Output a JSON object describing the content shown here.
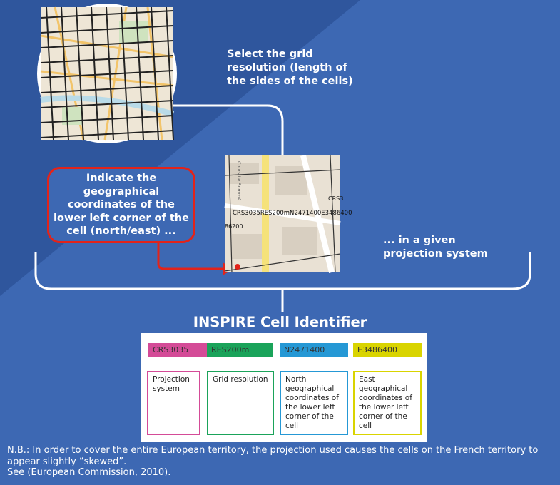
{
  "labels": {
    "select_grid": "Select the grid resolution (length of the sides of the cells)",
    "coordinates": "Indicate the geographical coordinates of the lower left corner of the cell (north/east) ...",
    "projection": "... in a given projection system",
    "title": "INSPIRE Cell Identifier"
  },
  "map_label": "CRS3035RES200mN2471400E3486400",
  "map_small_labels": {
    "street": "Cours Le Sommé",
    "left_coord": "86200",
    "right_crs": "CRS3"
  },
  "codes": [
    {
      "text": "CRS3035",
      "color": "#d44b97"
    },
    {
      "text": "RES200m",
      "color": "#1aa35a"
    },
    {
      "text": "N2471400",
      "color": "#2598d5"
    },
    {
      "text": "E3486400",
      "color": "#d9d400"
    }
  ],
  "descriptions": [
    "Projection system",
    "Grid resolution",
    "North geographical coordinates of the lower left corner of the cell",
    "East geographical coordinates of the lower left corner of the cell"
  ],
  "note": {
    "line1": "N.B.: In order to cover the entire European territory, the projection used causes the cells on the French territory to appear slightly “skewed”.",
    "line2": "See (European Commission, 2010)."
  },
  "colors": {
    "background_light": "#3d68b3",
    "background_dark": "#2d5296",
    "callout_border": "#e2231a",
    "arrow": "#e2231a"
  },
  "icons": {
    "round_map": "city-map-grid-image",
    "square_map": "street-map-cell-image"
  }
}
